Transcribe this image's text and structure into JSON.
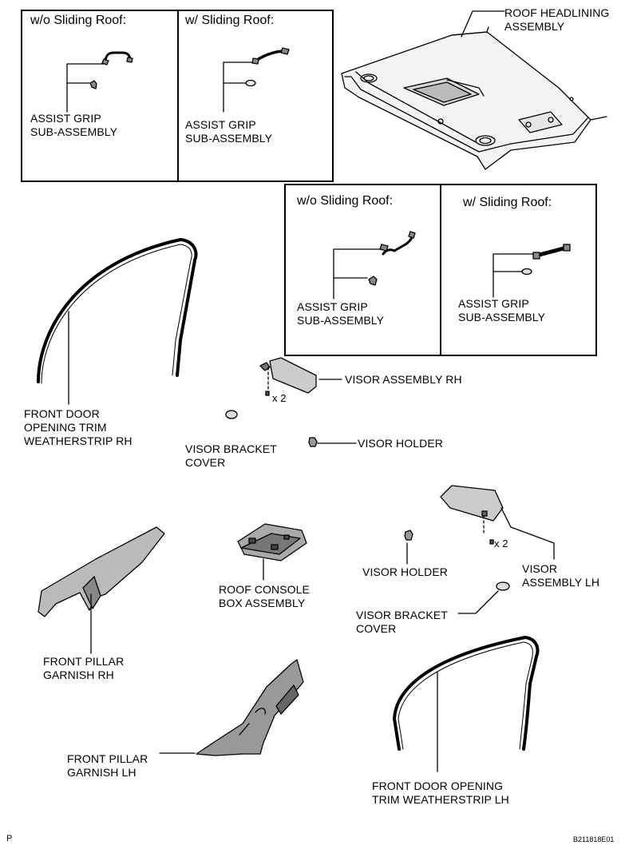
{
  "boxes": {
    "top": {
      "left_header": "w/o Sliding Roof:",
      "right_header": "w/ Sliding Roof:",
      "left_label": [
        "ASSIST GRIP",
        "SUB-ASSEMBLY"
      ],
      "right_label": [
        "ASSIST GRIP",
        "SUB-ASSEMBLY"
      ]
    },
    "mid": {
      "left_header": "w/o Sliding Roof:",
      "right_header": "w/ Sliding Roof:",
      "left_label": [
        "ASSIST GRIP",
        "SUB-ASSEMBLY"
      ],
      "right_label": [
        "ASSIST GRIP",
        "SUB-ASSEMBLY"
      ]
    }
  },
  "parts": {
    "roof_headlining": [
      "ROOF HEADLINING",
      "ASSEMBLY"
    ],
    "weatherstrip_rh": [
      "FRONT DOOR",
      "OPENING TRIM",
      "WEATHERSTRIP RH"
    ],
    "visor_rh": "VISOR ASSEMBLY RH",
    "visor_rh_qty": "x 2",
    "visor_bracket_cover_top": [
      "VISOR BRACKET",
      "COVER"
    ],
    "visor_holder_top": "VISOR HOLDER",
    "visor_lh": [
      "VISOR",
      "ASSEMBLY LH"
    ],
    "visor_lh_qty": "x 2",
    "visor_holder_bottom": "VISOR HOLDER",
    "visor_bracket_cover_bottom": [
      "VISOR BRACKET",
      "COVER"
    ],
    "roof_console": [
      "ROOF CONSOLE",
      "BOX ASSEMBLY"
    ],
    "front_pillar_rh": [
      "FRONT PILLAR",
      "GARNISH RH"
    ],
    "front_pillar_lh": [
      "FRONT PILLAR",
      "GARNISH LH"
    ],
    "weatherstrip_lh": [
      "FRONT DOOR OPENING",
      "TRIM WEATHERSTRIP LH"
    ]
  },
  "corner": {
    "left": "P",
    "right": "B211818E01"
  }
}
